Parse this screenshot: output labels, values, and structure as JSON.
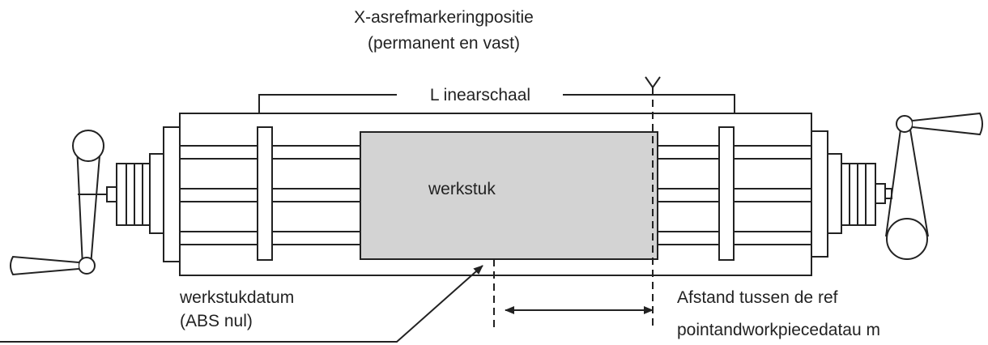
{
  "labels": {
    "ref_mark_line1": "X-asrefmarkeringpositie",
    "ref_mark_line2": "(permanent en vast)",
    "linear_scale": "L inearschaal",
    "workpiece": "werkstuk",
    "datum_line1": "werkstukdatum",
    "datum_line2": "(ABS nul)",
    "distance_line1": "Afstand tussen de ref",
    "distance_line2": "pointandworkpiecedatau m"
  },
  "colors": {
    "line": "#222222",
    "workpiece_fill": "#d3d3d3",
    "background": "#ffffff"
  }
}
